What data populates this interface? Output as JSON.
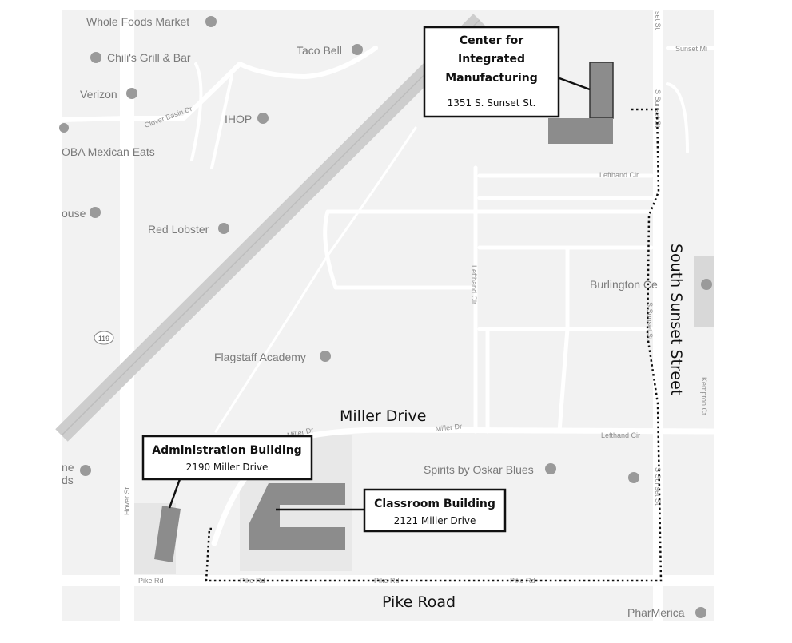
{
  "map": {
    "pois": [
      {
        "label": "Whole Foods Market",
        "icon": "shopping-pin-icon"
      },
      {
        "label": "Chili's Grill & Bar",
        "icon": "restaurant-pin-icon"
      },
      {
        "label": "Taco Bell",
        "icon": "restaurant-pin-icon"
      },
      {
        "label": "Verizon",
        "icon": "shopping-pin-icon"
      },
      {
        "label": "IHOP",
        "icon": "restaurant-pin-icon"
      },
      {
        "label": "OBA Mexican Eats",
        "icon": "restaurant-pin-icon"
      },
      {
        "label": "ouse",
        "icon": "restaurant-pin-icon"
      },
      {
        "label": "Red Lobster",
        "icon": "restaurant-pin-icon"
      },
      {
        "label": "Flagstaff Academy",
        "icon": "school-pin-icon"
      },
      {
        "label": "Burlington Ce",
        "icon": "cemetery-pin-icon"
      },
      {
        "label": "Spirits by Oskar Blues",
        "icon": "shop-pin-icon"
      },
      {
        "label": "PharMerica",
        "icon": "place-pin-icon"
      },
      {
        "label": "ne",
        "icon": "restaurant-pin-icon"
      },
      {
        "label": "ds",
        "icon": "restaurant-pin-icon"
      }
    ],
    "streets": {
      "clover_basin": "Clover Basin Dr",
      "lefthand_cir": "Lefthand Cir",
      "lefthand_cir_2": "Lefthand Cir",
      "lefthand_cir_3": "Lefthand Cir",
      "s_sunset_st_top": "set St",
      "s_sunset_st": "S Sunset St",
      "s_sunset_st_2": "S Sunset St",
      "s_sunset_st_3": "S Sunset St",
      "sunset_mi": "Sunset Mi",
      "kempton_ct": "Kempton Ct",
      "hover_st": "Hover St",
      "miller_dr_small": "Miller Dr",
      "miller_dr_small_2": "Miller Dr",
      "pike_rd": "Pike Rd",
      "pike_rd_2": "Pike Rd",
      "pike_rd_3": "Pike Rd",
      "pike_rd_4": "Pike Rd",
      "hwy_shield": "119"
    },
    "annotations": {
      "miller_drive": "Miller Drive",
      "pike_road": "Pike Road",
      "south_sunset_street": "South Sunset Street"
    },
    "callouts": {
      "cim": {
        "title_1": "Center for",
        "title_2": "Integrated",
        "title_3": "Manufacturing",
        "address": "1351 S. Sunset St."
      },
      "admin": {
        "title": "Administration Building",
        "address": "2190 Miller Drive"
      },
      "classroom": {
        "title": "Classroom Building",
        "address": "2121 Miller Drive"
      }
    },
    "colors": {
      "land": "#f2f2f2",
      "building": "#8c8c8c",
      "highway": "#cdcdcd"
    }
  }
}
